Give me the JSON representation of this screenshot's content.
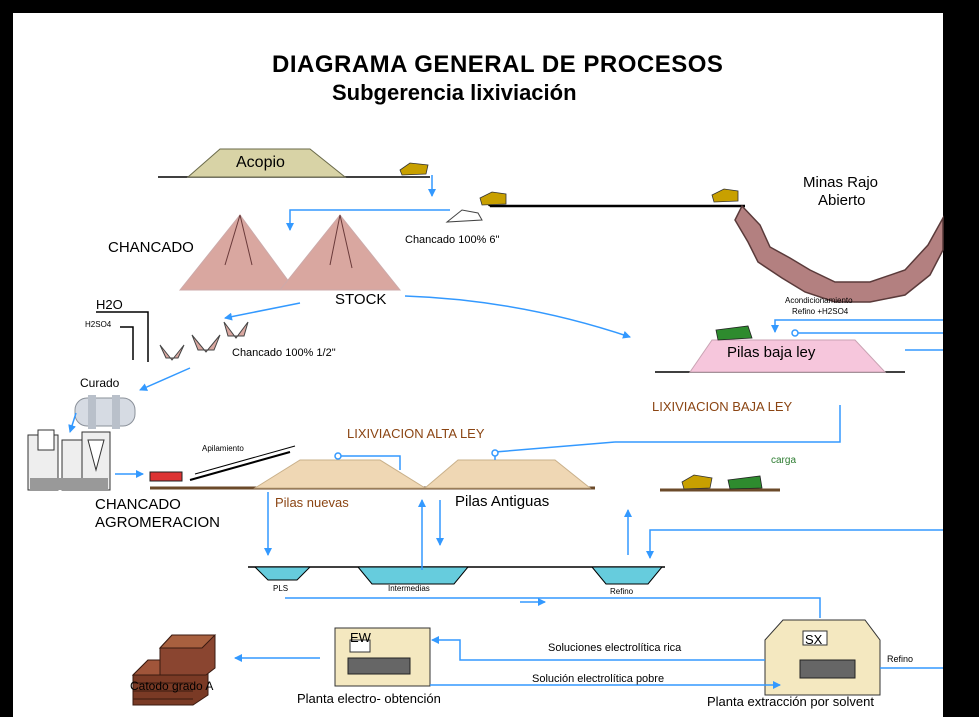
{
  "title": "DIAGRAMA GENERAL DE PROCESOS",
  "subtitle": "Subgerencia lixiviación",
  "labels": {
    "acopio": "Acopio",
    "minas": "Minas Rajo",
    "abierto": "Abierto",
    "chancado": "CHANCADO",
    "chancado_6": "Chancado 100% 6\"",
    "stock": "STOCK",
    "h2o": "H2O",
    "h2so4": "H2SO4",
    "chancado_half": "Chancado 100% 1/2\"",
    "curado": "Curado",
    "acondicionamiento": "Acondicionamiento",
    "refino_h2so4": "Refino +H2SO4",
    "pilas_baja": "Pilas baja ley",
    "lix_baja": "LIXIVIACION BAJA LEY",
    "lix_alta": "LIXIVIACION ALTA LEY",
    "apilamiento": "Apilamiento",
    "carga": "carga",
    "chancado_agro_1": "CHANCADO",
    "chancado_agro_2": "AGROMERACION",
    "pilas_nuevas": "Pilas nuevas",
    "pilas_antiguas": "Pilas Antiguas",
    "pls": "PLS",
    "intermedias": "Intermedias",
    "refino_pond": "Refino",
    "ew": "EW",
    "sx": "SX",
    "sol_rica": "Soluciones electrolítica rica",
    "sol_pobre": "Solución electrolítica pobre",
    "refino_sx": "Refino",
    "catodo": "Catodo grado A",
    "planta_ew": "Planta electro- obtención",
    "planta_sx": "Planta extracción por solvent"
  },
  "colors": {
    "flow": "#3399ff",
    "pile_pink": "#d9a7a0",
    "pile_tan": "#efd7b4",
    "pit": "#b38080",
    "pile_baja": "#f6c6dc",
    "pond": "#66ccdd",
    "ground": "#6b4a2a"
  }
}
